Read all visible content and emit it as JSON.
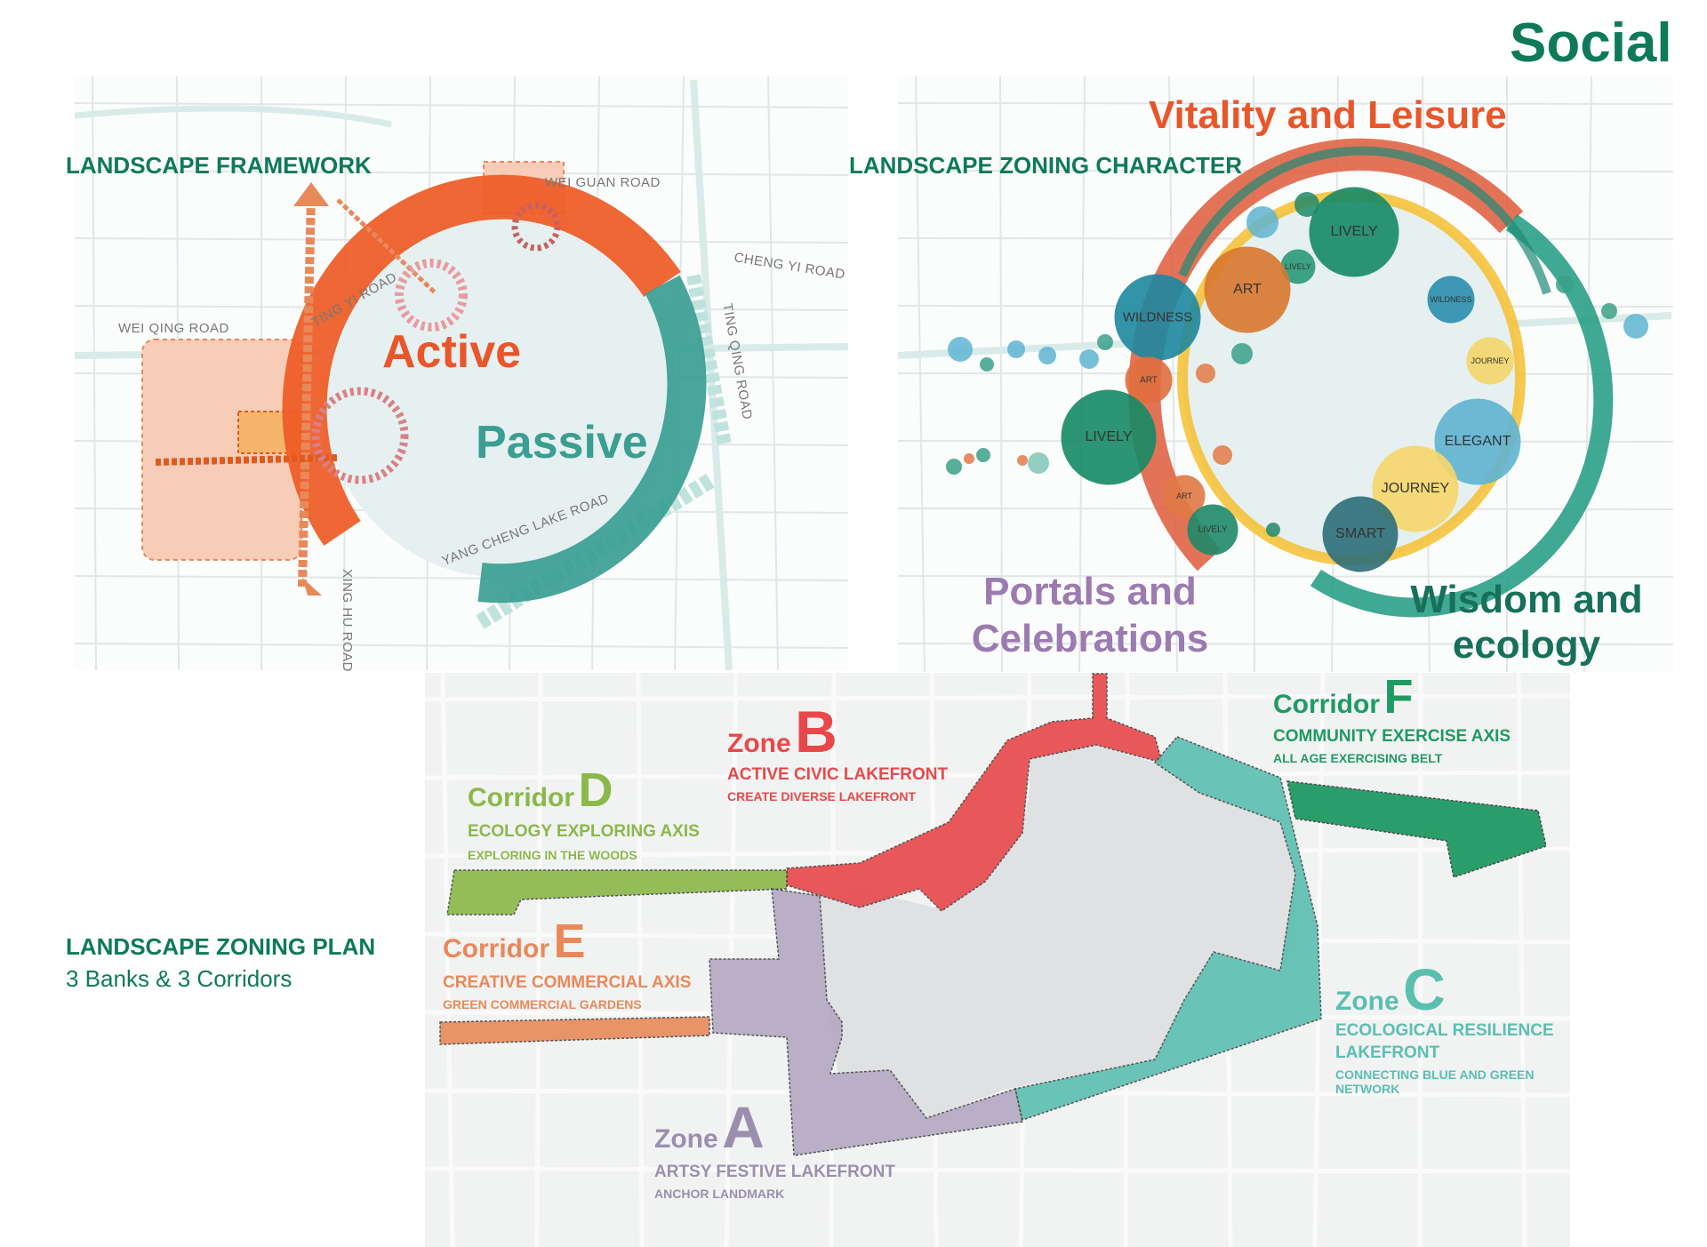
{
  "title": "Social",
  "colors": {
    "brand_green": "#0e7a5a",
    "active_orange": "#e8562a",
    "passive_teal": "#3a9e92",
    "portals_purple": "#9b7bb0",
    "zone_a": "#b3a8c2",
    "zone_b": "#e8484a",
    "zone_c": "#5bbfb0",
    "corridor_d": "#8ab84a",
    "corridor_e": "#e8895a",
    "corridor_f": "#1f9a63"
  },
  "framework": {
    "heading": "LANDSCAPE FRAMEWORK",
    "active_label": "Active",
    "passive_label": "Passive",
    "roads": {
      "wei_guan": "WEI GUAN ROAD",
      "cheng_yi": "CHENG YI ROAD",
      "wei_qing": "WEI QING ROAD",
      "ting_yi": "TING YI ROAD",
      "ting_qing": "TING QING ROAD",
      "yang_cheng": "YANG CHENG LAKE ROAD",
      "xing_hu": "XING HU ROAD"
    }
  },
  "character": {
    "heading": "LANDSCAPE ZONING CHARACTER",
    "vitality": "Vitality and Leisure",
    "portals_line1": "Portals and",
    "portals_line2": "Celebrations",
    "wisdom_line1": "Wisdom and",
    "wisdom_line2": "ecology",
    "bubbles": [
      {
        "label": "LIVELY",
        "color": "#168a66"
      },
      {
        "label": "LIVELY",
        "color": "#2a9a78"
      },
      {
        "label": "ART",
        "color": "#d9782e"
      },
      {
        "label": "WILDNESS",
        "color": "#1e88a0"
      },
      {
        "label": "WILDNESS",
        "color": "#2a8fae"
      },
      {
        "label": "JOURNEY",
        "color": "#f5d66a"
      },
      {
        "label": "ART",
        "color": "#e07040"
      },
      {
        "label": "LIVELY",
        "color": "#168a66"
      },
      {
        "label": "ELEGANT",
        "color": "#5fb4d2"
      },
      {
        "label": "JOURNEY",
        "color": "#f7d76c"
      },
      {
        "label": "ART",
        "color": "#e07a45"
      },
      {
        "label": "LIVELY",
        "color": "#1f8a6a"
      },
      {
        "label": "SMART",
        "color": "#2e6f7a"
      }
    ]
  },
  "plan": {
    "heading": "LANDSCAPE ZONING PLAN",
    "subheading": "3 Banks & 3 Corridors",
    "zones": {
      "a": {
        "word": "Zone",
        "letter": "A",
        "title": "ARTSY FESTIVE LAKEFRONT",
        "subtitle": "ANCHOR LANDMARK"
      },
      "b": {
        "word": "Zone",
        "letter": "B",
        "title": "ACTIVE CIVIC LAKEFRONT",
        "subtitle": "CREATE DIVERSE LAKEFRONT"
      },
      "c": {
        "word": "Zone",
        "letter": "C",
        "title_line1": "ECOLOGICAL RESILIENCE",
        "title_line2": "LAKEFRONT",
        "subtitle_line1": "CONNECTING BLUE AND GREEN",
        "subtitle_line2": "NETWORK"
      },
      "d": {
        "word": "Corridor",
        "letter": "D",
        "title": "ECOLOGY EXPLORING AXIS",
        "subtitle": "EXPLORING IN THE WOODS"
      },
      "e": {
        "word": "Corridor",
        "letter": "E",
        "title": "CREATIVE COMMERCIAL AXIS",
        "subtitle": "GREEN COMMERCIAL GARDENS"
      },
      "f": {
        "word": "Corridor",
        "letter": "F",
        "title": "COMMUNITY EXERCISE AXIS",
        "subtitle": "ALL AGE EXERCISING BELT"
      }
    }
  }
}
